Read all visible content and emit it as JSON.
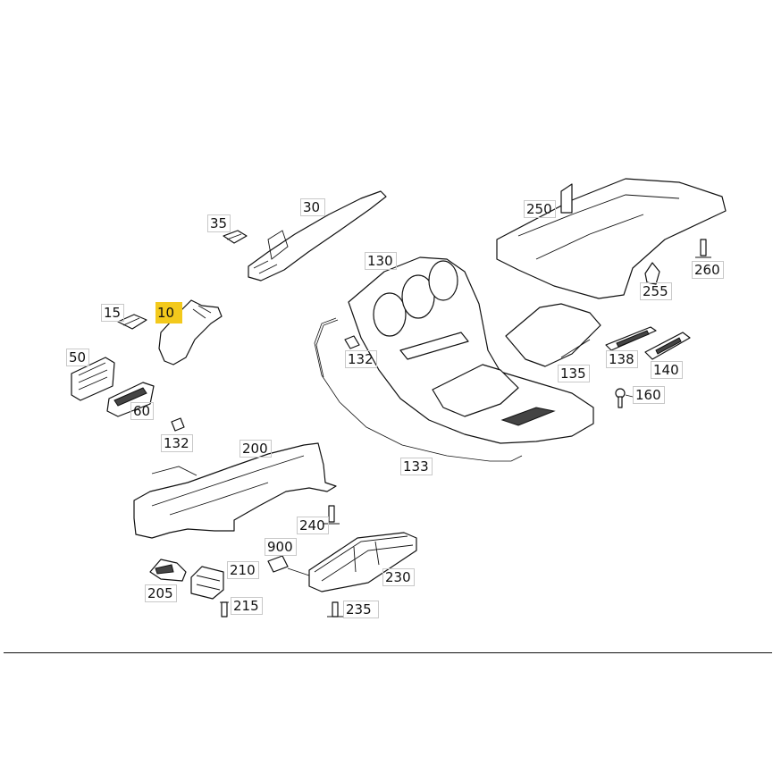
{
  "parts": [
    {
      "id": "p10",
      "label": "10",
      "highlighted": true
    },
    {
      "id": "p15",
      "label": "15"
    },
    {
      "id": "p30",
      "label": "30"
    },
    {
      "id": "p35",
      "label": "35"
    },
    {
      "id": "p50",
      "label": "50"
    },
    {
      "id": "p60",
      "label": "60"
    },
    {
      "id": "p130",
      "label": "130"
    },
    {
      "id": "p132a",
      "label": "132"
    },
    {
      "id": "p132b",
      "label": "132"
    },
    {
      "id": "p133",
      "label": "133"
    },
    {
      "id": "p135",
      "label": "135"
    },
    {
      "id": "p138",
      "label": "138"
    },
    {
      "id": "p140",
      "label": "140"
    },
    {
      "id": "p160",
      "label": "160"
    },
    {
      "id": "p200",
      "label": "200"
    },
    {
      "id": "p205",
      "label": "205"
    },
    {
      "id": "p210",
      "label": "210"
    },
    {
      "id": "p215",
      "label": "215"
    },
    {
      "id": "p230",
      "label": "230"
    },
    {
      "id": "p235",
      "label": "235"
    },
    {
      "id": "p240",
      "label": "240"
    },
    {
      "id": "p250",
      "label": "250"
    },
    {
      "id": "p255",
      "label": "255"
    },
    {
      "id": "p260",
      "label": "260"
    },
    {
      "id": "p900",
      "label": "900"
    }
  ],
  "highlight_color": "#f3c91c"
}
